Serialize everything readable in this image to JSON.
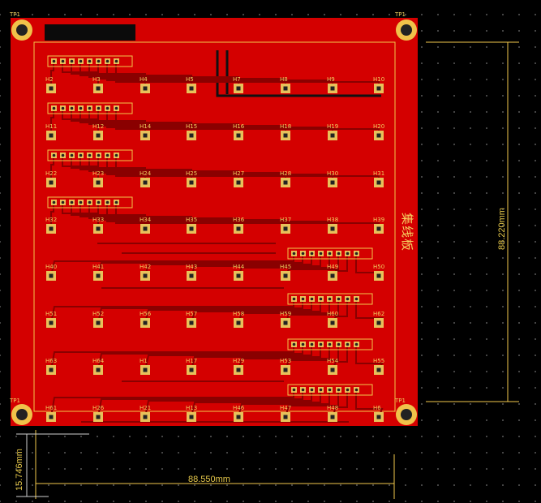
{
  "board": {
    "title_silkscreen": "集线板",
    "colors": {
      "copper": "#d40000",
      "trace": "#8a0000",
      "outline": "#f2c94c",
      "pad": "#e8c15a",
      "background": "#000000"
    }
  },
  "dimensions": {
    "width_label": "88.550mm",
    "height_label": "88.220mm",
    "small_label": "15.746mm"
  },
  "testpoints": [
    "TP1",
    "TP1",
    "TP1",
    "TP1"
  ],
  "header_rows": [
    [
      "H2",
      "H3",
      "H4",
      "H5",
      "H7",
      "H8",
      "H9",
      "H10"
    ],
    [
      "H11",
      "H12",
      "H14",
      "H15",
      "H16",
      "H18",
      "H19",
      "H20"
    ],
    [
      "H22",
      "H23",
      "H24",
      "H25",
      "H27",
      "H28",
      "H30",
      "H31"
    ],
    [
      "H32",
      "H33",
      "H34",
      "H35",
      "H36",
      "H37",
      "H38",
      "H39"
    ],
    [
      "H40",
      "H41",
      "H42",
      "H43",
      "H44",
      "H45",
      "H49",
      "H50"
    ],
    [
      "H51",
      "H52",
      "H56",
      "H57",
      "H58",
      "H59",
      "H60",
      "H62"
    ],
    [
      "H63",
      "H64",
      "H1",
      "H17",
      "H29",
      "H53",
      "H54",
      "H55"
    ],
    [
      "H61",
      "H26",
      "H21",
      "H13",
      "H46",
      "H47",
      "H48",
      "H6"
    ]
  ]
}
